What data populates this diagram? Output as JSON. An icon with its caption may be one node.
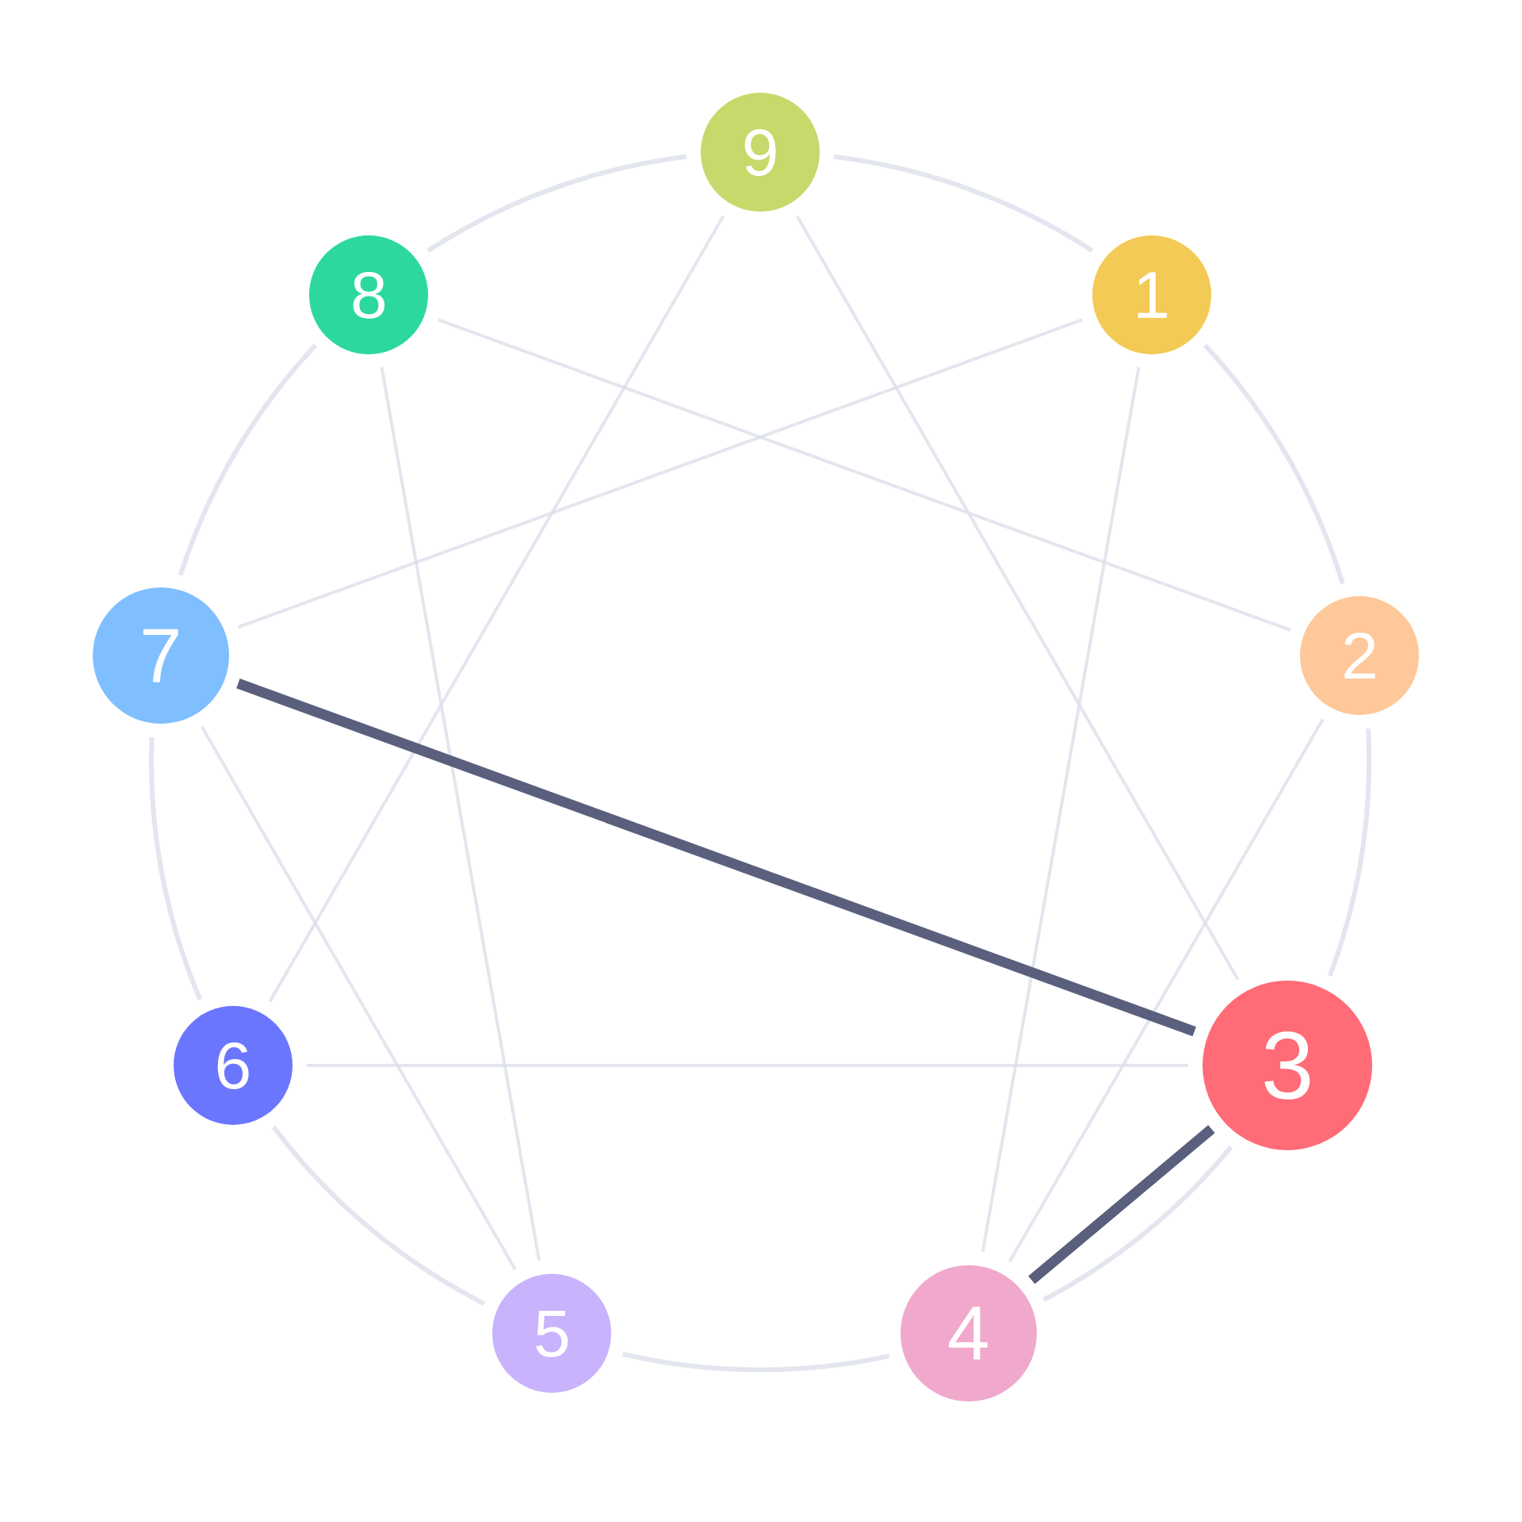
{
  "diagram": {
    "nodes": [
      {
        "text": [
          "9"
        ]
      },
      {
        "text": [
          "1"
        ]
      },
      {
        "text": [
          "2"
        ]
      },
      {
        "text": [
          "3"
        ]
      },
      {
        "text": [
          "4"
        ]
      },
      {
        "text": [
          "5"
        ]
      },
      {
        "text": [
          "6"
        ]
      },
      {
        "text": [
          "7"
        ]
      },
      {
        "text": [
          "8"
        ]
      }
    ],
    "edges": [
      {
        "from": 0,
        "to": 1,
        "arrow": "none"
      },
      {
        "from": 1,
        "to": 2,
        "arrow": "none"
      },
      {
        "from": 2,
        "to": 3,
        "arrow": "none"
      },
      {
        "from": 3,
        "to": 4,
        "arrow": "none"
      },
      {
        "from": 4,
        "to": 5,
        "arrow": "none"
      },
      {
        "from": 5,
        "to": 6,
        "arrow": "none"
      },
      {
        "from": 6,
        "to": 7,
        "arrow": "none"
      },
      {
        "from": 7,
        "to": 8,
        "arrow": "none"
      },
      {
        "from": 8,
        "to": 0,
        "arrow": "none"
      },
      {
        "from": 1,
        "to": 4,
        "arrow": "none"
      },
      {
        "from": 4,
        "to": 2,
        "arrow": "none"
      },
      {
        "from": 2,
        "to": 8,
        "arrow": "none"
      },
      {
        "from": 8,
        "to": 5,
        "arrow": "none"
      },
      {
        "from": 5,
        "to": 7,
        "arrow": "none"
      },
      {
        "from": 7,
        "to": 1,
        "arrow": "none"
      },
      {
        "from": 0,
        "to": 3,
        "arrow": "none"
      },
      {
        "from": 3,
        "to": 6,
        "arrow": "none"
      },
      {
        "from": 6,
        "to": 0,
        "arrow": "none"
      },
      {
        "from": 7,
        "to": 3,
        "arrow": "none",
        "style": "thick",
        "color": "#5a5f7d"
      },
      {
        "from": 3,
        "to": 4,
        "arrow": "none",
        "style": "thick",
        "color": "#5a5f7d"
      }
    ]
  }
}
